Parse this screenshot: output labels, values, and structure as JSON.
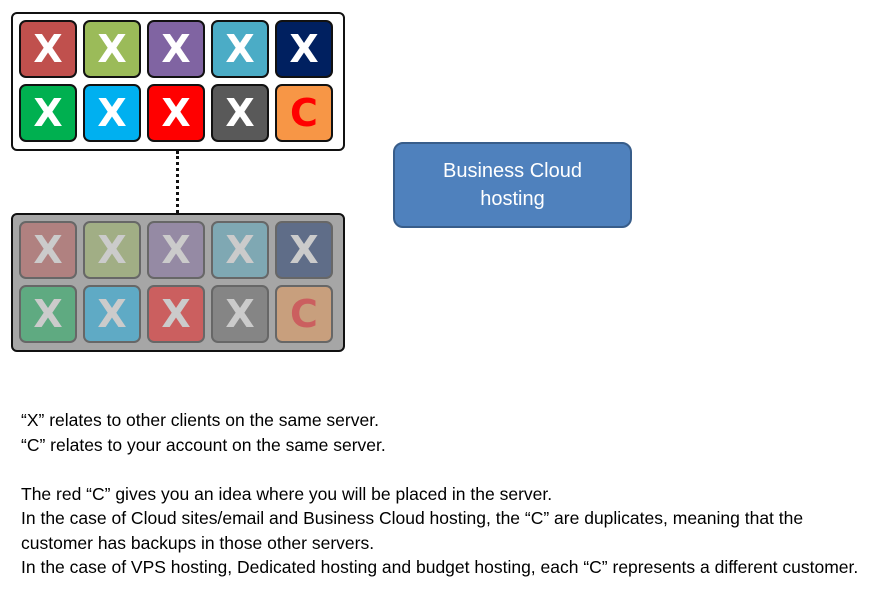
{
  "servers": {
    "top": {
      "tiles": [
        {
          "label": "X",
          "color": "#c0504d",
          "text_color": "#ffffff"
        },
        {
          "label": "X",
          "color": "#9bbb59",
          "text_color": "#ffffff"
        },
        {
          "label": "X",
          "color": "#8064a2",
          "text_color": "#ffffff"
        },
        {
          "label": "X",
          "color": "#4bacc6",
          "text_color": "#ffffff"
        },
        {
          "label": "X",
          "color": "#002060",
          "text_color": "#ffffff"
        },
        {
          "label": "X",
          "color": "#00b050",
          "text_color": "#ffffff"
        },
        {
          "label": "X",
          "color": "#00b0f0",
          "text_color": "#ffffff"
        },
        {
          "label": "X",
          "color": "#ff0000",
          "text_color": "#ffffff"
        },
        {
          "label": "X",
          "color": "#595959",
          "text_color": "#ffffff"
        },
        {
          "label": "C",
          "color": "#f79646",
          "text_color": "#ff0000"
        }
      ]
    },
    "bottom": {
      "tiles": [
        {
          "label": "X",
          "color": "#c0504d",
          "text_color": "#ffffff"
        },
        {
          "label": "X",
          "color": "#9bbb59",
          "text_color": "#ffffff"
        },
        {
          "label": "X",
          "color": "#8064a2",
          "text_color": "#ffffff"
        },
        {
          "label": "X",
          "color": "#4bacc6",
          "text_color": "#ffffff"
        },
        {
          "label": "X",
          "color": "#002060",
          "text_color": "#ffffff"
        },
        {
          "label": "X",
          "color": "#00b050",
          "text_color": "#ffffff"
        },
        {
          "label": "X",
          "color": "#00b0f0",
          "text_color": "#ffffff"
        },
        {
          "label": "X",
          "color": "#ff0000",
          "text_color": "#ffffff"
        },
        {
          "label": "X",
          "color": "#595959",
          "text_color": "#ffffff"
        },
        {
          "label": "C",
          "color": "#f79646",
          "text_color": "#ff0000"
        }
      ]
    }
  },
  "hosting_box": {
    "label": "Business Cloud hosting",
    "color": "#4f81bd"
  },
  "notes": {
    "line1": "“X” relates to other clients on the same server.",
    "line2": "“C” relates to your account on the same server.",
    "line3": "The red “C” gives you an idea where you will be placed in the server.",
    "line4": "In the case of Cloud sites/email and Business Cloud hosting, the “C” are duplicates, meaning that the customer has backups in those other servers.",
    "line5": "In the case of VPS hosting, Dedicated hosting and budget hosting, each “C” represents a different customer."
  }
}
